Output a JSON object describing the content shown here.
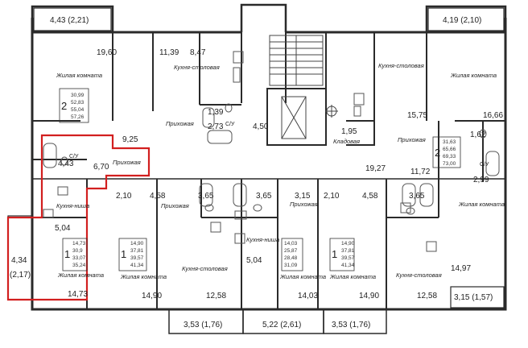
{
  "balconies": [
    "4,43 (2,21)",
    "4,19 (2,10)",
    "4,34",
    "(2,17)",
    "3,15 (1,57)",
    "3,53 (1,76)",
    "5,22 (2,61)",
    "3,53 (1,76)"
  ],
  "areas": [
    "19,60",
    "11,39",
    "8,47",
    "1,39",
    "2,73",
    "4,50",
    "9,25",
    "4,43",
    "6,70",
    "5,04",
    "14,73",
    "2,10",
    "4,58",
    "3,65",
    "3,65",
    "3,15",
    "2,10",
    "4,58",
    "3,65",
    "14,90",
    "12,58",
    "5,04",
    "14,03",
    "14,90",
    "12,58",
    "1,95",
    "15,75",
    "19,27",
    "11,72",
    "16,66",
    "1,62",
    "2,99",
    "14,97"
  ],
  "room_names": {
    "living": "Жилая комната",
    "kitchen": "Кухня-столовая",
    "kitchen_niche": "Кухня-ниша",
    "hall": "Прихожая",
    "storage": "Кладовая",
    "bath": "С/У"
  },
  "apartment_labels": [
    {
      "rooms": "2",
      "values": [
        "30,99",
        "52,83",
        "55,04",
        "57,26"
      ]
    },
    {
      "rooms": "1",
      "values": [
        "14,73",
        "30,9",
        "33,07",
        "35,24"
      ]
    },
    {
      "rooms": "1",
      "values": [
        "14,90",
        "37,81",
        "39,57",
        "41,34"
      ]
    },
    {
      "rooms": "1",
      "values": [
        "14,03",
        "25,87",
        "28,48",
        "31,09"
      ]
    },
    {
      "rooms": "1",
      "values": [
        "14,90",
        "37,81",
        "39,57",
        "41,34"
      ]
    },
    {
      "rooms": "2",
      "values": [
        "31,63",
        "65,66",
        "69,33",
        "73,00"
      ]
    }
  ],
  "colors": {
    "wall": "#2a2a2a",
    "highlight": "#d21f1f",
    "fixture": "#555555"
  }
}
